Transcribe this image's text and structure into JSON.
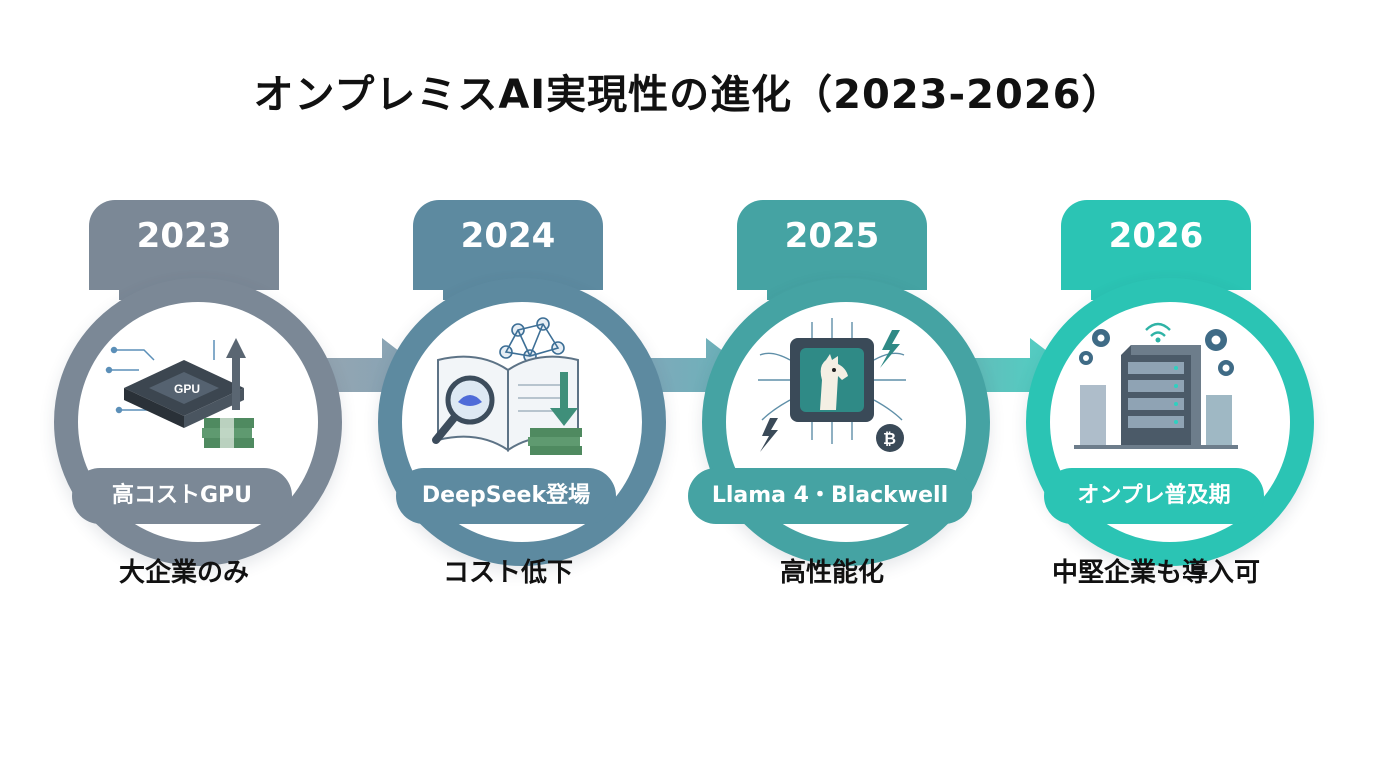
{
  "title": "オンプレミスAI実現性の進化（2023-2026）",
  "colors": {
    "stage1": "#7b8896",
    "stage2": "#5d8aa0",
    "stage3": "#45a3a3",
    "stage4": "#2bc4b4"
  },
  "stages": [
    {
      "year": "2023",
      "label": "高コストGPU",
      "caption": "大企業のみ",
      "icon": "gpu-chip-icon"
    },
    {
      "year": "2024",
      "label": "DeepSeek登場",
      "caption": "コスト低下",
      "icon": "deepseek-book-icon"
    },
    {
      "year": "2025",
      "label": "Llama 4・Blackwell",
      "caption": "高性能化",
      "icon": "llama-chip-icon"
    },
    {
      "year": "2026",
      "label": "オンプレ普及期",
      "caption": "中堅企業も導入可",
      "icon": "server-building-icon"
    }
  ]
}
